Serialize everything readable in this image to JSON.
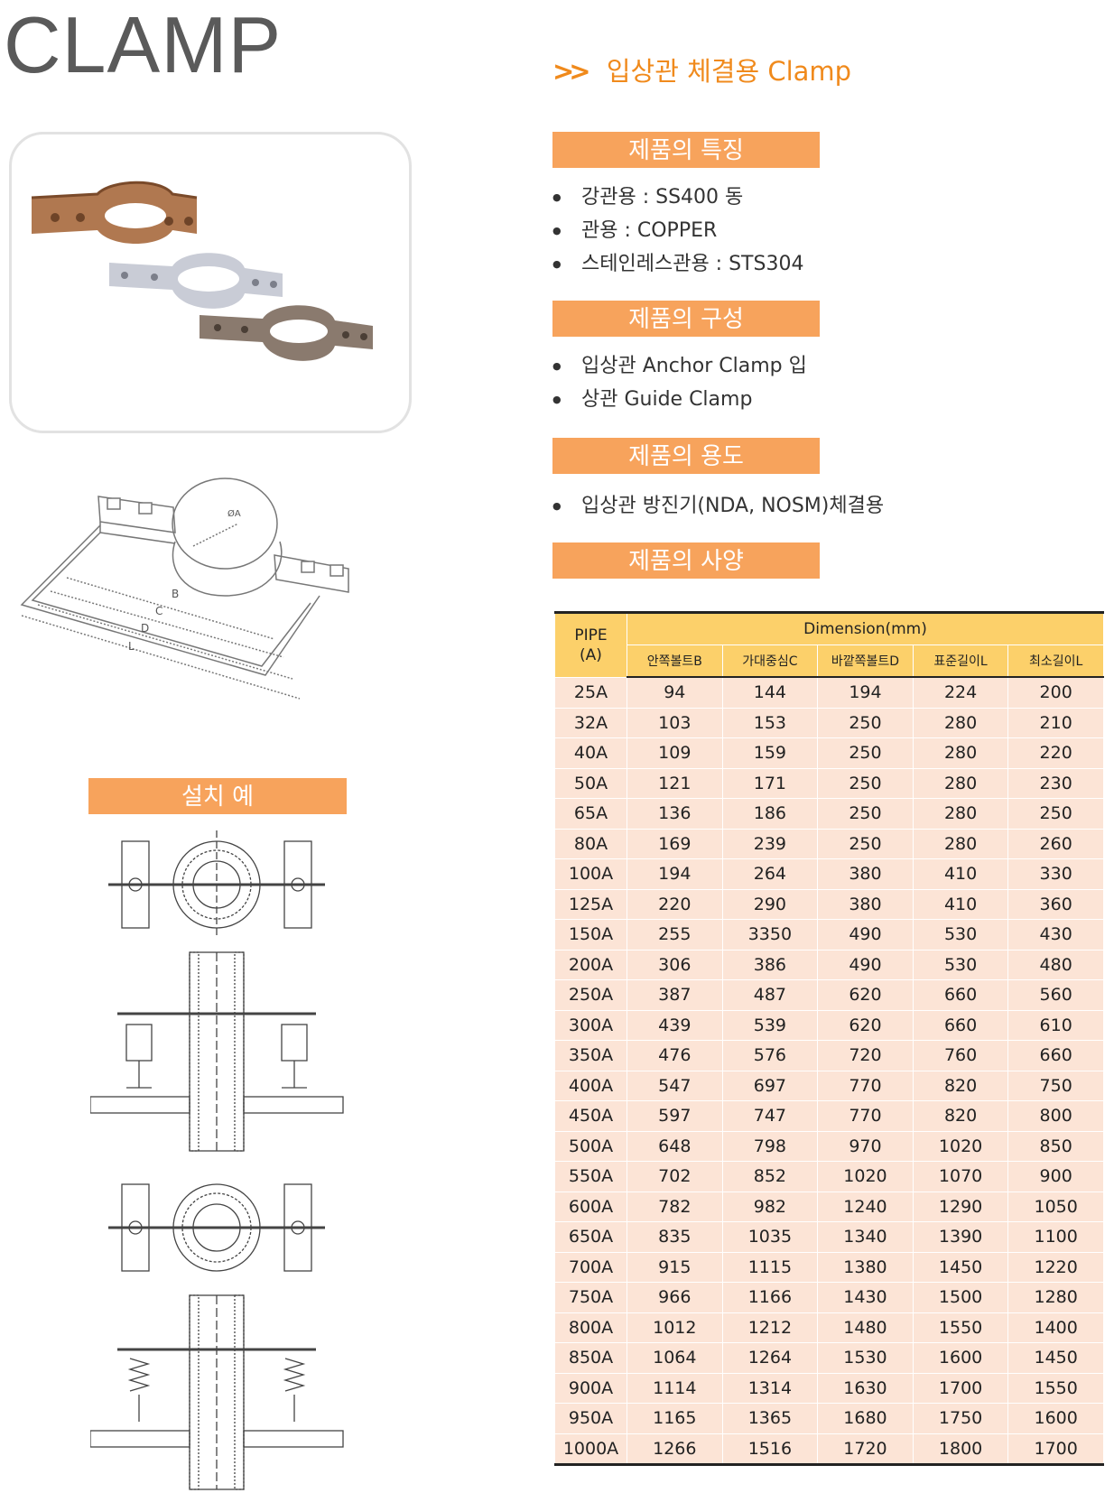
{
  "title": "CLAMP",
  "subtitle": "입상관 체결용 Clamp",
  "subtitle_arrow": ">>",
  "sections": {
    "features": {
      "heading": "제품의 특징",
      "items": [
        "강관용 : SS400 동",
        "관용 : COPPER",
        "스테인레스관용 : STS304"
      ]
    },
    "composition": {
      "heading": "제품의 구성",
      "items": [
        "입상관 Anchor Clamp 입",
        "상관 Guide Clamp"
      ]
    },
    "usage": {
      "heading": "제품의 용도",
      "items": [
        "입상관 방진기(NDA, NOSM)체결용"
      ]
    },
    "spec": {
      "heading": "제품의 사양"
    }
  },
  "install_heading": "설치 예",
  "diagram_labels": {
    "a": "ØA",
    "b": "B",
    "c": "C",
    "d": "D",
    "l": "L"
  },
  "colors": {
    "accent_orange": "#f7a35c",
    "title_orange": "#f08a1c",
    "header_yellow": "#fcd06a",
    "cell_peach": "#fce4d6"
  },
  "table": {
    "pipe_header": [
      "PIPE",
      "(A)"
    ],
    "dimension_header": "Dimension(mm)",
    "columns": [
      "안쪽볼트B",
      "가대중심C",
      "바깥쪽볼트D",
      "표준길이L",
      "최소길이L"
    ],
    "rows": [
      [
        "25A",
        "94",
        "144",
        "194",
        "224",
        "200"
      ],
      [
        "32A",
        "103",
        "153",
        "250",
        "280",
        "210"
      ],
      [
        "40A",
        "109",
        "159",
        "250",
        "280",
        "220"
      ],
      [
        "50A",
        "121",
        "171",
        "250",
        "280",
        "230"
      ],
      [
        "65A",
        "136",
        "186",
        "250",
        "280",
        "250"
      ],
      [
        "80A",
        "169",
        "239",
        "250",
        "280",
        "260"
      ],
      [
        "100A",
        "194",
        "264",
        "380",
        "410",
        "330"
      ],
      [
        "125A",
        "220",
        "290",
        "380",
        "410",
        "360"
      ],
      [
        "150A",
        "255",
        "3350",
        "490",
        "530",
        "430"
      ],
      [
        "200A",
        "306",
        "386",
        "490",
        "530",
        "480"
      ],
      [
        "250A",
        "387",
        "487",
        "620",
        "660",
        "560"
      ],
      [
        "300A",
        "439",
        "539",
        "620",
        "660",
        "610"
      ],
      [
        "350A",
        "476",
        "576",
        "720",
        "760",
        "660"
      ],
      [
        "400A",
        "547",
        "697",
        "770",
        "820",
        "750"
      ],
      [
        "450A",
        "597",
        "747",
        "770",
        "820",
        "800"
      ],
      [
        "500A",
        "648",
        "798",
        "970",
        "1020",
        "850"
      ],
      [
        "550A",
        "702",
        "852",
        "1020",
        "1070",
        "900"
      ],
      [
        "600A",
        "782",
        "982",
        "1240",
        "1290",
        "1050"
      ],
      [
        "650A",
        "835",
        "1035",
        "1340",
        "1390",
        "1100"
      ],
      [
        "700A",
        "915",
        "1115",
        "1380",
        "1450",
        "1220"
      ],
      [
        "750A",
        "966",
        "1166",
        "1430",
        "1500",
        "1280"
      ],
      [
        "800A",
        "1012",
        "1212",
        "1480",
        "1550",
        "1400"
      ],
      [
        "850A",
        "1064",
        "1264",
        "1530",
        "1600",
        "1450"
      ],
      [
        "900A",
        "1114",
        "1314",
        "1630",
        "1700",
        "1550"
      ],
      [
        "950A",
        "1165",
        "1365",
        "1680",
        "1750",
        "1600"
      ],
      [
        "1000A",
        "1266",
        "1516",
        "1720",
        "1800",
        "1700"
      ]
    ]
  }
}
